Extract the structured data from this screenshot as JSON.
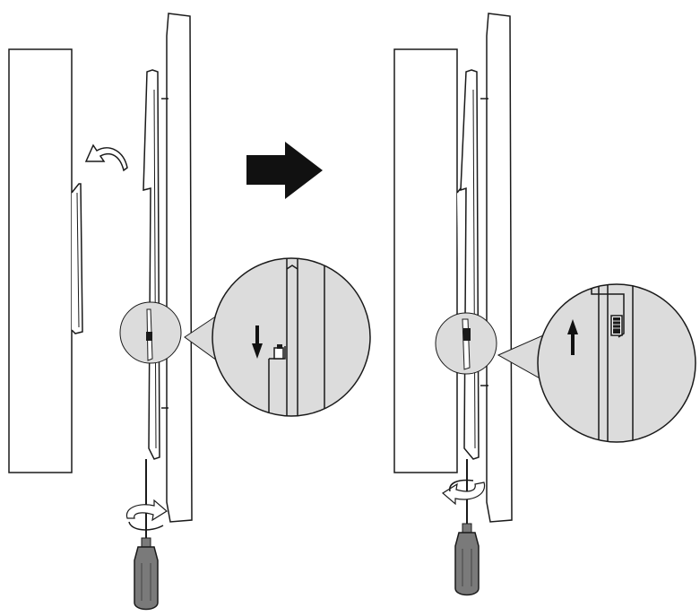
{
  "diagram": {
    "style": "monochrome line drawing",
    "colors": {
      "line": "#1a1a1a",
      "fill_white": "#ffffff",
      "fill_gray": "#dcdcdc",
      "fill_handle": "#7a7a7a",
      "arrow": "#111111"
    },
    "steps": [
      {
        "name": "step-before",
        "motion_arrow": "curved-arrow-toward-wall",
        "screw_direction": "down",
        "rotation": "counterclockwise"
      },
      {
        "name": "step-after",
        "motion_arrow": "none",
        "screw_direction": "up",
        "rotation": "clockwise"
      }
    ],
    "transition_arrow": "right"
  }
}
